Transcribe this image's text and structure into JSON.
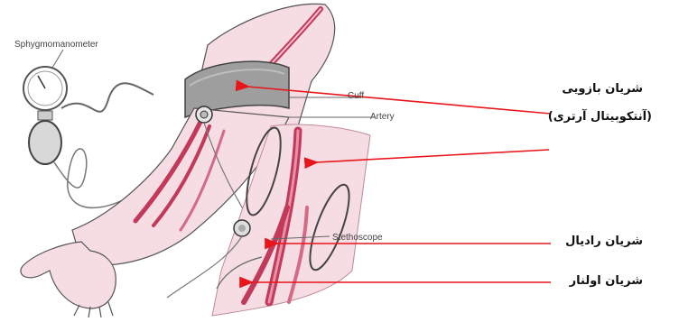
{
  "diagram": {
    "english_labels": {
      "device": "Sphygmomanometer",
      "cuff": "Cuff",
      "artery": "Artery",
      "stethoscope": "Stethoscope"
    },
    "annotations": [
      {
        "id": "brachial",
        "text": "شریان بازویی"
      },
      {
        "id": "antecubital",
        "text": "(آنتکوبیتال آرتری)"
      },
      {
        "id": "radial",
        "text": "شریان رادیال"
      },
      {
        "id": "ulnar",
        "text": "شریان اولنار"
      }
    ],
    "colors": {
      "arrow": "#e8151b",
      "skin": "#f6dde3",
      "vessel": "#c2395a",
      "cuff": "#9e9e9e",
      "line": "#555555"
    }
  }
}
